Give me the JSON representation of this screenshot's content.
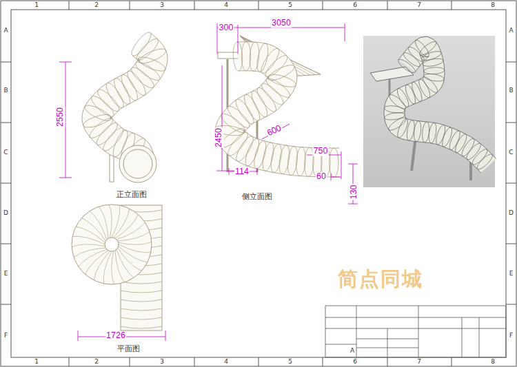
{
  "diagram": {
    "labels": [
      "1",
      "2",
      "3",
      "4",
      "5",
      "6",
      "7",
      "8",
      "1",
      "2",
      "3",
      "4",
      "5",
      "6",
      "7",
      "8",
      "A",
      "B",
      "C",
      "D",
      "E",
      "F",
      "A",
      "B",
      "C",
      "D",
      "E",
      "F",
      "2550",
      "正立面图",
      "300",
      "3050",
      "2450",
      "600",
      "750",
      "114",
      "60",
      "130",
      "侧立面图",
      "1726",
      "平面图",
      "简点同城",
      "A"
    ]
  }
}
